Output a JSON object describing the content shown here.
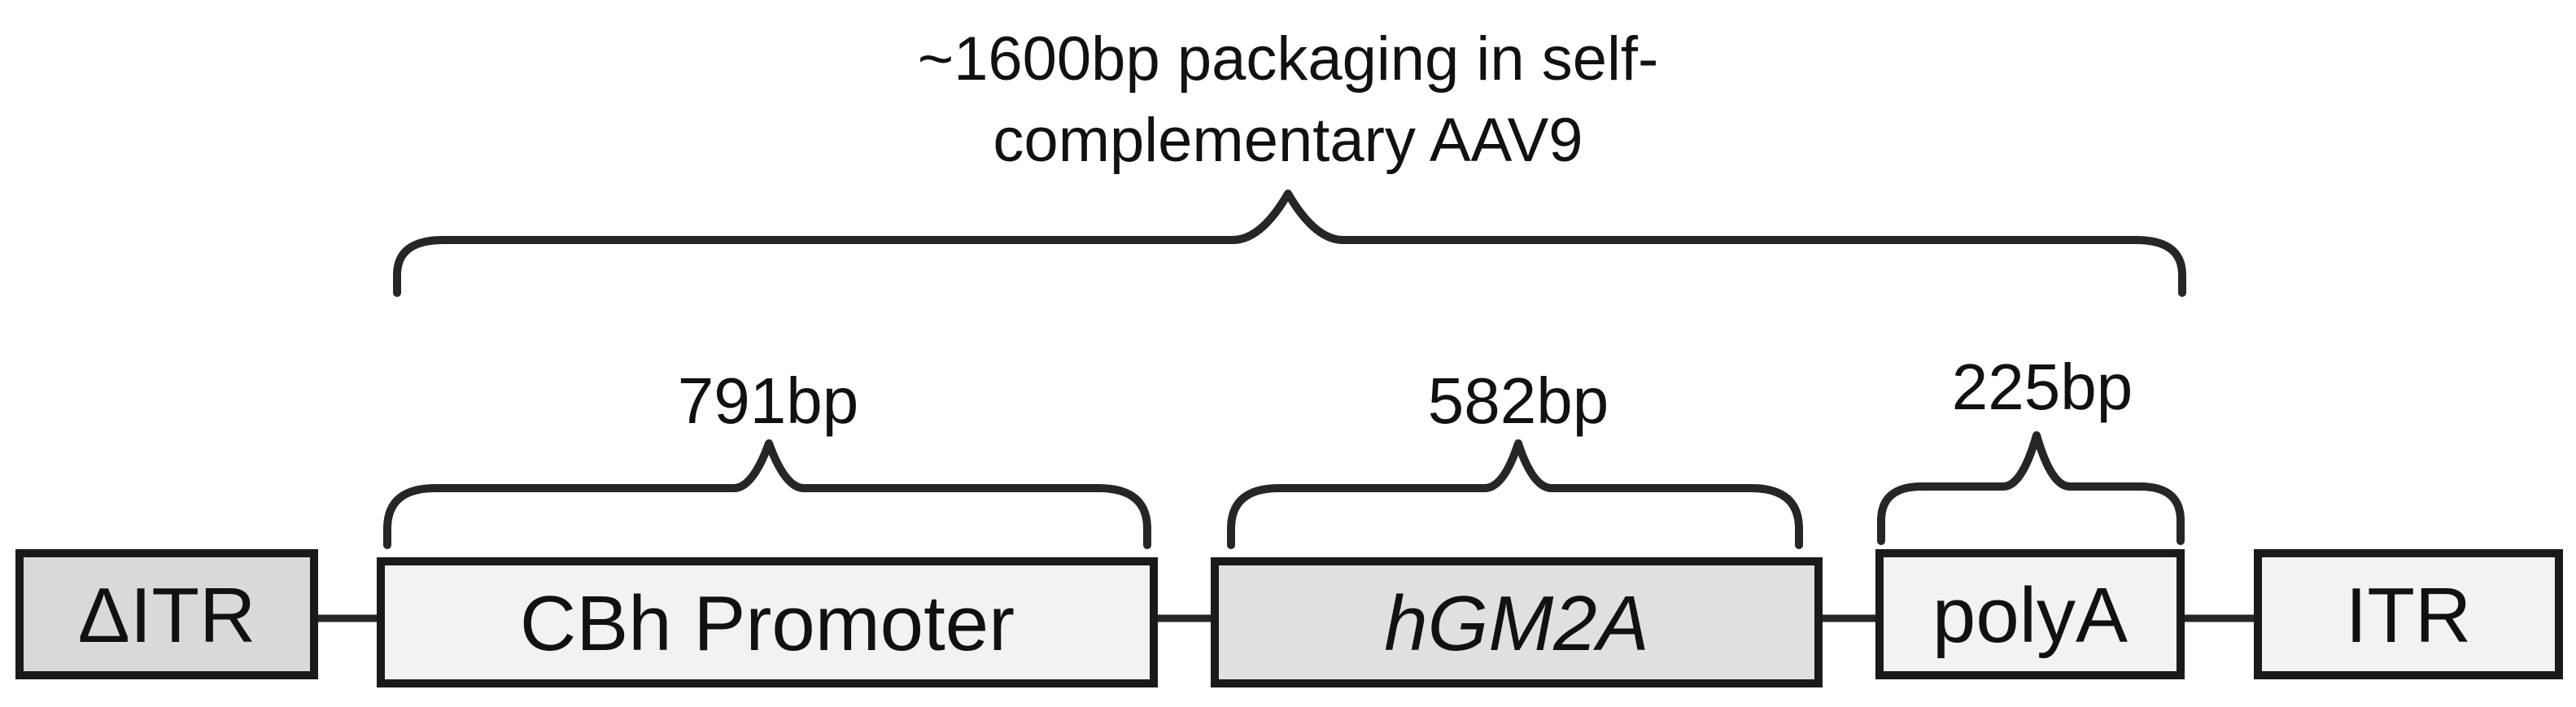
{
  "packaging_label": {
    "line1": "~1600bp packaging in self-",
    "line2": "complementary AAV9"
  },
  "elements": [
    {
      "label": "ΔITR",
      "italic": false,
      "fill": "#d9d9d9"
    },
    {
      "label": "CBh Promoter",
      "italic": false,
      "fill": "#f2f2f2",
      "size": "791bp"
    },
    {
      "label": "hGM2A",
      "italic": true,
      "fill": "#e0e0e0",
      "size": "582bp"
    },
    {
      "label": "polyA",
      "italic": false,
      "fill": "#f2f2f2",
      "size": "225bp"
    },
    {
      "label": "ITR",
      "italic": false,
      "fill": "#f2f2f2"
    }
  ],
  "colors": {
    "stroke": "#1a1a1a",
    "text": "#111111"
  }
}
